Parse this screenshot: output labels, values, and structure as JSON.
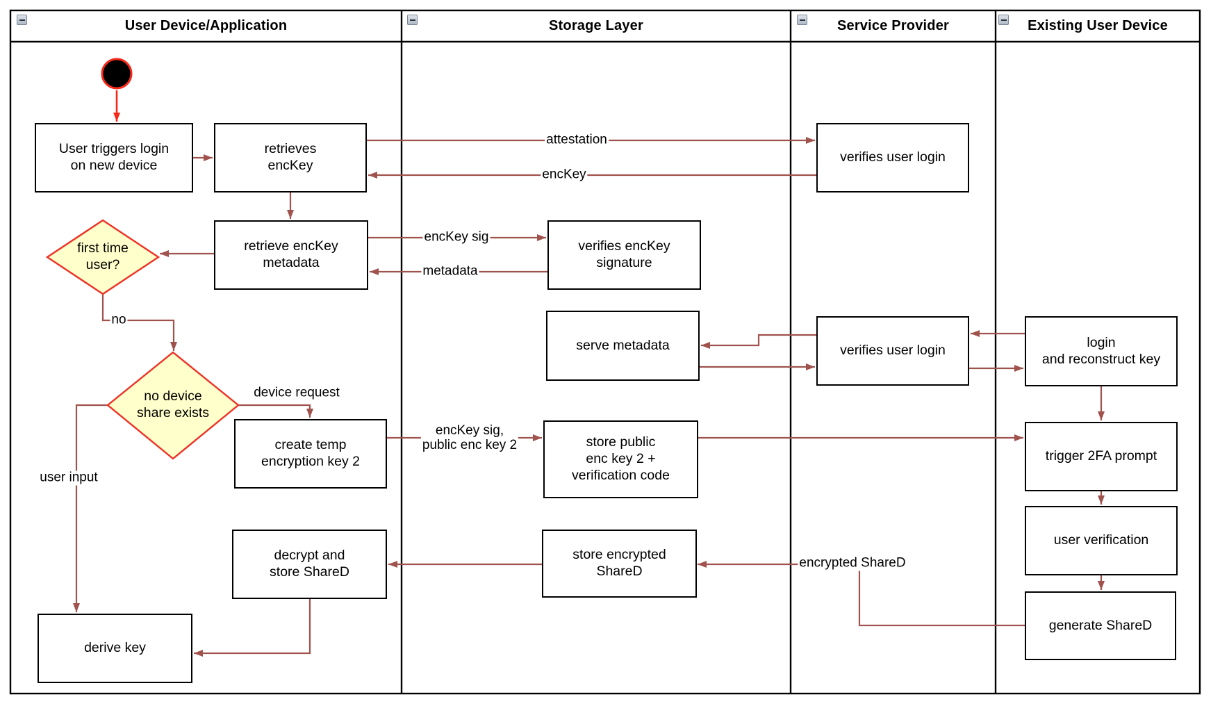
{
  "diagram_type": "UML activity diagram with swimlanes (key-recovery / device login flow)",
  "colors": {
    "connector": "#a0524d",
    "highlight": "#f52a1b",
    "diamond_fill": "#ffffcc",
    "diamond_stroke": "#ee3124",
    "node_border": "#000000",
    "lane_border": "#000000",
    "background": "#ffffff"
  },
  "lanes": [
    {
      "label": "User Device/Application",
      "collapsed": false
    },
    {
      "label": "Storage Layer",
      "collapsed": false
    },
    {
      "label": "Service Provider",
      "collapsed": false
    },
    {
      "label": "Existing User Device",
      "collapsed": false
    }
  ],
  "nodes": {
    "user_triggers": {
      "label": "User triggers login\non new device"
    },
    "retrieves_enckey": {
      "label": "retrieves\nencKey"
    },
    "verifies_login_1": {
      "label": "verifies user login"
    },
    "retrieve_metadata": {
      "label": "retrieve encKey\nmetadata"
    },
    "verifies_signature": {
      "label": "verifies encKey\nsignature"
    },
    "serve_metadata": {
      "label": "serve metadata"
    },
    "verifies_login_2": {
      "label": "verifies user login"
    },
    "login_reconstruct": {
      "label": "login\nand reconstruct key"
    },
    "create_temp": {
      "label": "create temp\nencryption key 2"
    },
    "store_public": {
      "label": "store public\nenc key 2 +\nverification code"
    },
    "trigger_2fa": {
      "label": "trigger 2FA prompt"
    },
    "user_verification": {
      "label": "user verification"
    },
    "generate_shared": {
      "label": "generate ShareD"
    },
    "decrypt_store": {
      "label": "decrypt and\nstore ShareD"
    },
    "store_encrypted": {
      "label": "store encrypted\nShareD"
    },
    "derive_key": {
      "label": "derive key"
    }
  },
  "decisions": {
    "first_time": {
      "label": "first time\nuser?"
    },
    "no_device_share": {
      "label": "no device\nshare exists"
    }
  },
  "edge_labels": {
    "attestation": "attestation",
    "enckey": "encKey",
    "enckey_sig": "encKey sig",
    "metadata": "metadata",
    "no": "no",
    "device_request": "device request",
    "user_input": "user input",
    "enckey_sig_public": "encKey sig,\npublic enc key 2",
    "encrypted_shared": "encrypted ShareD"
  }
}
